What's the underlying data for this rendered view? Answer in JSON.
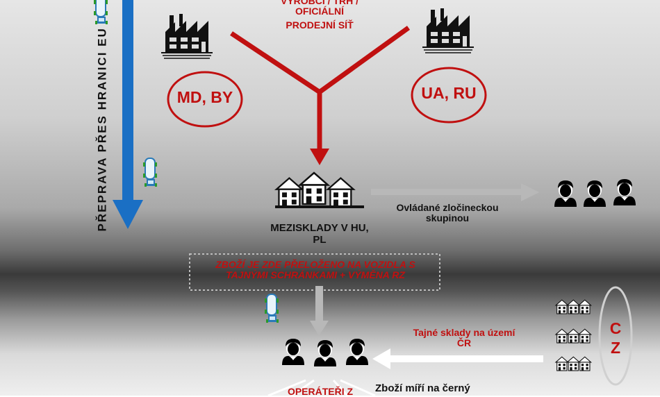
{
  "diagram": {
    "top_label_line1": "VÝROBCI / TRH /",
    "top_label_line2": "OFICIÁLNÍ",
    "top_label_line3": "PRODEJNÍ SÍŤ",
    "origin_left": "MD, BY",
    "origin_right": "UA, RU",
    "transport_label": "PŘEPRAVA PŘES HRANICI EU",
    "warehouse_label_line1": "MEZISKLADY V HU,",
    "warehouse_label_line2": "PL",
    "controlled_line1": "Ovládané zločineckou",
    "controlled_line2": "skupinou",
    "transfer_line1": "ZBOŽÍ JE ZDE PŘELOŽENO NA VOZIDLA S",
    "transfer_line2": "TAJNÝMI SCHRÁNKAMI  +  VÝMĚNA RZ",
    "secret_line1": "Tajné sklady na území",
    "secret_line2": "ČR",
    "cz_letter1": "C",
    "cz_letter2": "Z",
    "operators_label": "OPERÁTEŘI Z",
    "blackmarket_label": "Zboží míří na černý"
  },
  "colors": {
    "red": "#c01010",
    "blue": "#1a6fc4",
    "gray_arrow": "#b8b8b8",
    "white_arrow": "#ffffff"
  },
  "icons": [
    "factory-icon",
    "houses-icon",
    "person-icon",
    "tanker-truck-icon"
  ]
}
